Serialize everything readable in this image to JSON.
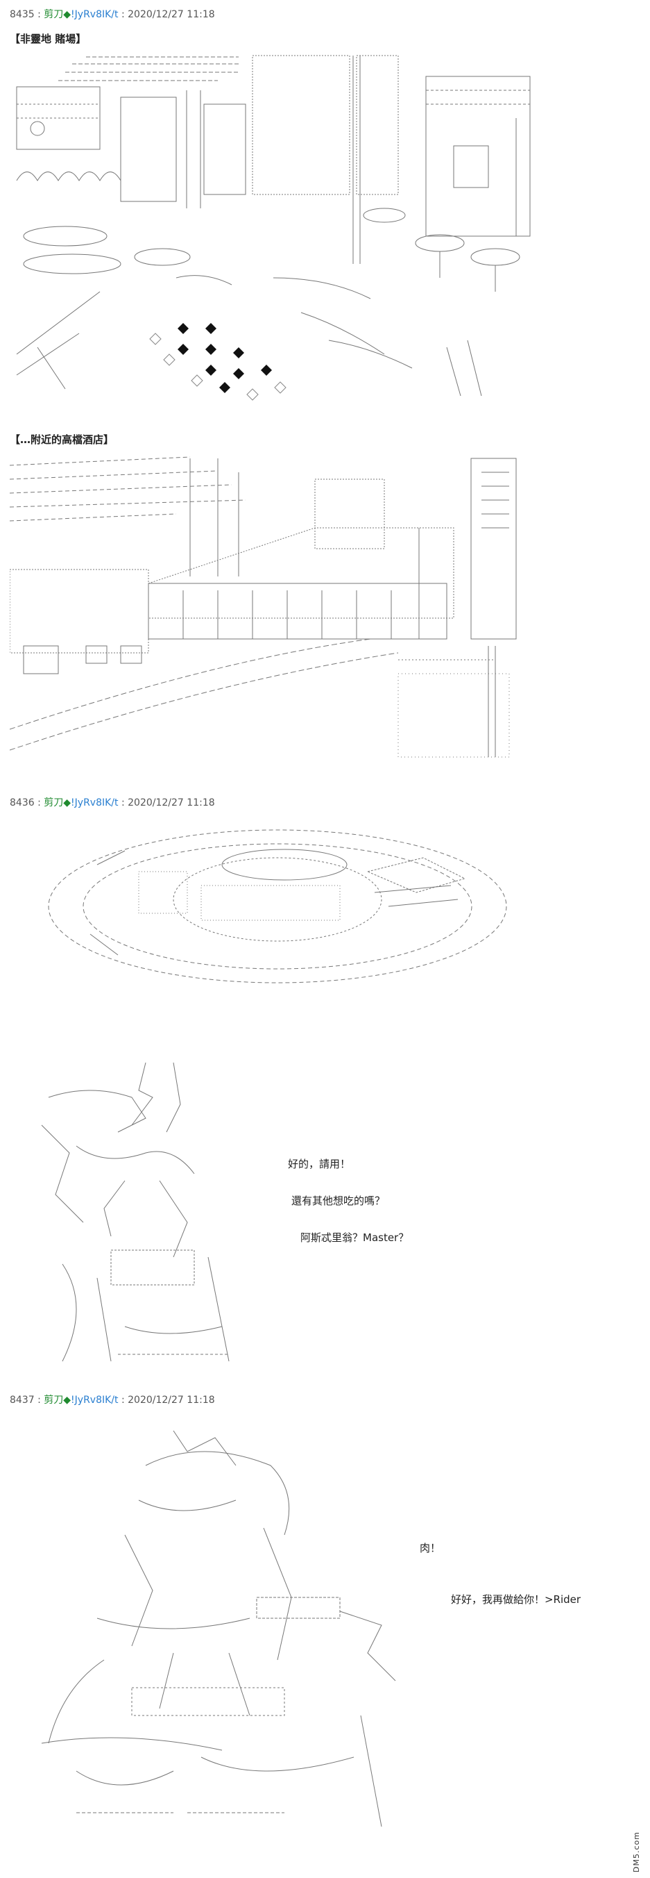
{
  "posts": [
    {
      "number": "8435",
      "author": "剪刀◆",
      "trip": "!JyRv8IK/t",
      "date": "2020/12/27 11:18"
    },
    {
      "number": "8436",
      "author": "剪刀◆",
      "trip": "!JyRv8IK/t",
      "date": "2020/12/27 11:18"
    },
    {
      "number": "8437",
      "author": "剪刀◆",
      "trip": "!JyRv8IK/t",
      "date": "2020/12/27 11:18"
    }
  ],
  "section_labels": {
    "casino": "【非靈地 賭場】",
    "hotel": "【…附近的高檔酒店】"
  },
  "dialogue": {
    "line1": "好的，請用！",
    "line2": "還有其他想吃的嗎？",
    "line3": "阿斯忒里翁？Master？",
    "line4": "肉！",
    "line5": "好好，我再做給你！>Rider"
  },
  "watermark": "DM5.com",
  "colors": {
    "background": "#ffffff",
    "author": "#1f8a2f",
    "trip": "#2a7fd0",
    "text": "#222222"
  }
}
